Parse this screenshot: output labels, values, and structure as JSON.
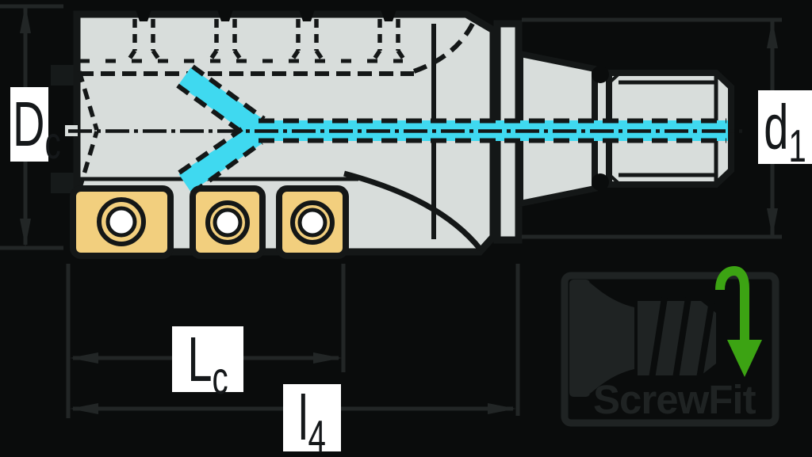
{
  "diagram": {
    "type": "technical-drawing",
    "subject": "indexable shoulder milling cutter with ScrewFit adaptor, cross-section with coolant channels",
    "dimension_labels": {
      "dc": {
        "main": "D",
        "sub": "c"
      },
      "d1": {
        "main": "d",
        "sub": "1"
      },
      "lc": {
        "main": "L",
        "sub": "c"
      },
      "l4": {
        "main": "l",
        "sub": "4"
      }
    },
    "logo": {
      "text": "ScrewFit"
    },
    "icons": {
      "rotation_arrow": "rotation-direction-arrow-icon",
      "screw": "screwfit-screw-icon"
    },
    "colors": {
      "background": "#0a0c0c",
      "outline": "#141717",
      "body": "#d8dddb",
      "coolant": "#3fd9f0",
      "insert": "#f2cf7e",
      "dim": "#222626",
      "label_bg": "#ffffff",
      "label_text": "#15181a",
      "logo_dark": "#1f2323",
      "logo_green": "#3ca313"
    }
  }
}
